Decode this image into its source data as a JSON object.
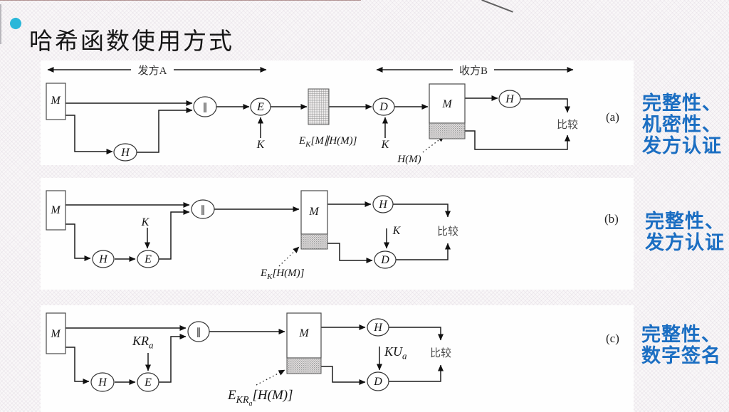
{
  "slide": {
    "title": "哈希函数使用方式"
  },
  "colors": {
    "caption_blue": "#1b6ec2",
    "bullet_cyan": "#2ab7d9"
  },
  "captions": {
    "a": {
      "tag": "(a)",
      "lines": [
        "完整性、",
        "机密性、",
        "发方认证"
      ]
    },
    "b": {
      "tag": "(b)",
      "lines": [
        "完整性、",
        "发方认证"
      ]
    },
    "c": {
      "tag": "(c)",
      "lines": [
        "完整性、",
        "数字签名"
      ]
    }
  },
  "diagram_a": {
    "span_sender": "发方A",
    "span_receiver": "收方B",
    "node_m_sender": "M",
    "node_h_sender": "H",
    "node_concat": "∥",
    "node_e": "E",
    "key_e": "K",
    "cipher_label": {
      "base": "E",
      "sub": "K",
      "rest": "[M∥H(M)]"
    },
    "node_d": "D",
    "key_d": "K",
    "node_m_receiver": "M",
    "node_h_receiver": "H",
    "compare": "比较",
    "hash_label": "H(M)"
  },
  "diagram_b": {
    "node_m_sender": "M",
    "node_h_sender": "H",
    "node_e": "E",
    "key_e": "K",
    "node_concat": "∥",
    "node_m_receiver": "M",
    "node_h_receiver": "H",
    "key_d": "K",
    "node_d": "D",
    "compare": "比较",
    "cipher_label": {
      "base": "E",
      "sub": "K",
      "rest": "[H(M)]"
    }
  },
  "diagram_c": {
    "node_m_sender": "M",
    "node_h_sender": "H",
    "node_e": "E",
    "key_e": {
      "base": "KR",
      "sub": "a"
    },
    "node_concat": "∥",
    "node_m_receiver": "M",
    "node_h_receiver": "H",
    "key_d": {
      "base": "KU",
      "sub": "a"
    },
    "node_d": "D",
    "compare": "比较",
    "cipher_label": {
      "base": "E",
      "sub": "KR",
      "sub2": "a",
      "rest": "[H(M)]"
    }
  }
}
